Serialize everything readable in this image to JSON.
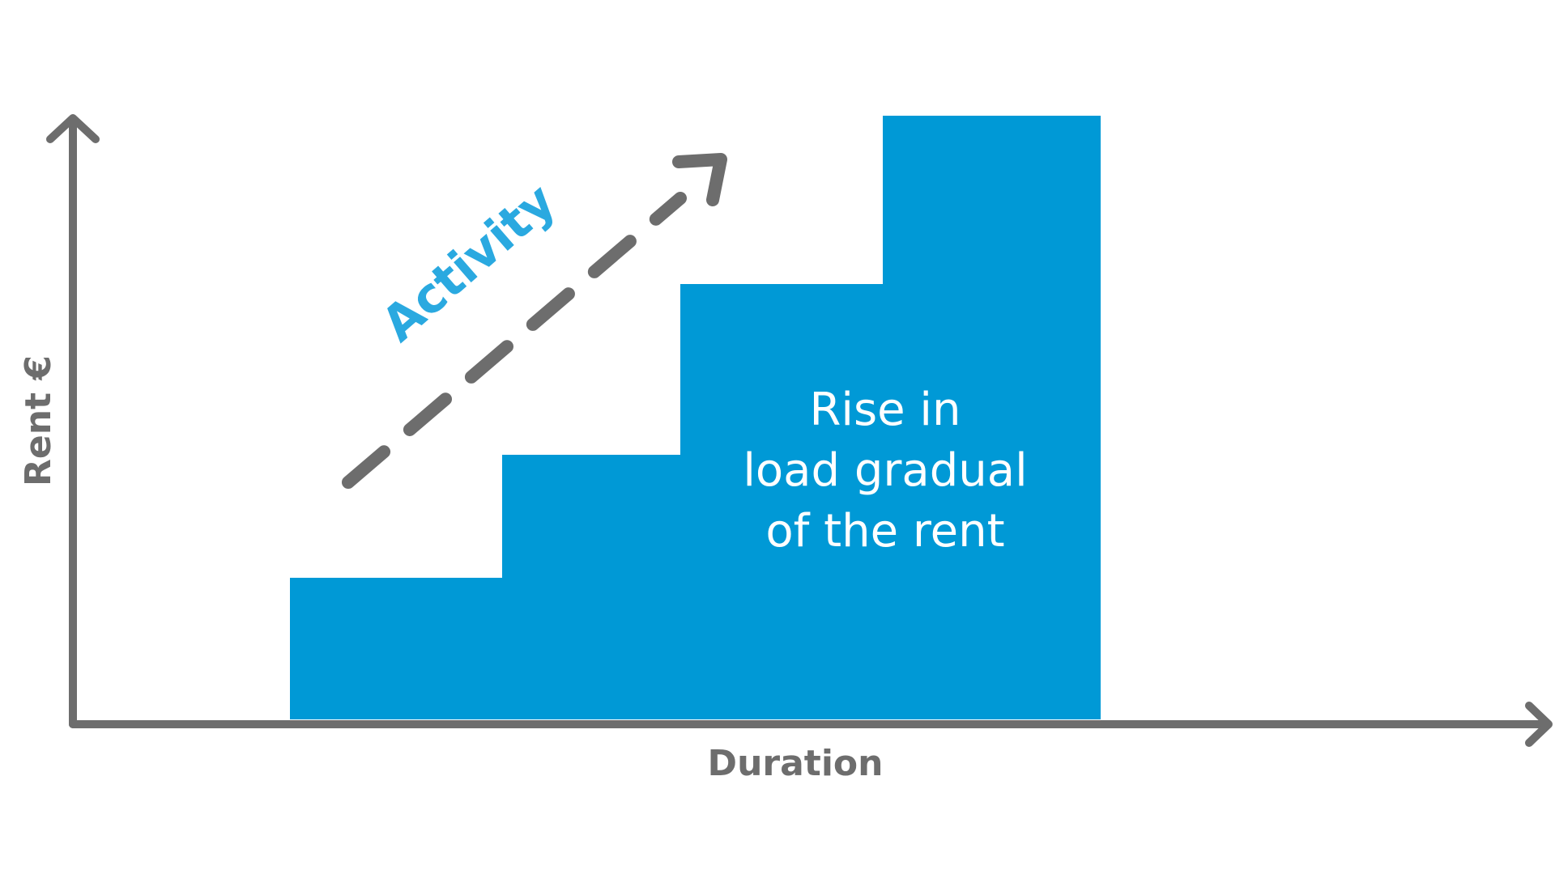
{
  "diagram": {
    "y_axis_label": "Rent €",
    "x_axis_label": "Duration",
    "activity_label": "Activity",
    "description_lines": [
      "Rise in",
      "load gradual",
      "of the rent"
    ],
    "steps": [
      1,
      2,
      3,
      4
    ],
    "colors": {
      "axis": "#6d6d6d",
      "step_fill": "#0099d6",
      "activity_text": "#2aa9e0",
      "description_text": "#ffffff",
      "arrow": "#6d6d6d"
    }
  }
}
